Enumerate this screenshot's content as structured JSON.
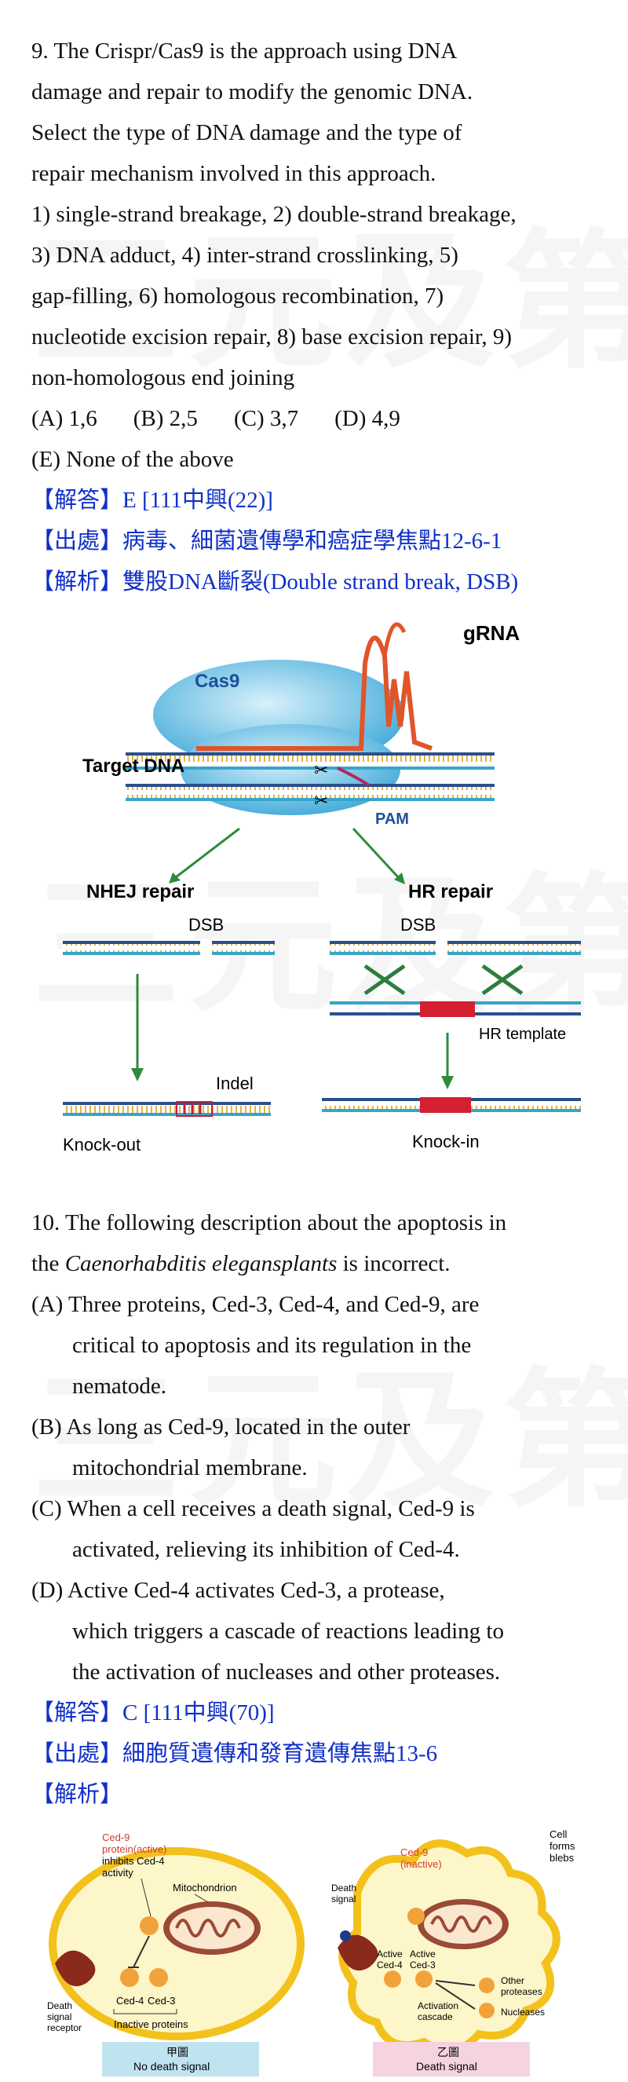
{
  "q9": {
    "lines": [
      "9.   The Crispr/Cas9 is the approach using DNA",
      "damage and repair to modify the genomic DNA.",
      "Select the type of DNA damage and the type of",
      "repair mechanism involved in this approach.",
      "1) single-strand breakage, 2) double-strand breakage,",
      "3) DNA adduct, 4) inter-strand crosslinking, 5)",
      "gap-filling, 6) homologous recombination, 7)",
      "nucleotide excision repair, 8) base excision repair, 9)",
      "non-homologous end joining"
    ],
    "options": [
      "(A) 1,6",
      "(B) 2,5",
      "(C) 3,7",
      "(D) 4,9"
    ],
    "option_e": "(E) None of the above",
    "answer": "【解答】E      [111中興(22)]",
    "source": "【出處】病毒、細菌遺傳學和癌症學焦點12-6-1",
    "analysis": "【解析】雙股DNA斷裂(Double strand break, DSB)",
    "figure": {
      "grna": "gRNA",
      "cas9": "Cas9",
      "target_dna": "Target DNA",
      "pam": "PAM",
      "nhej": "NHEJ repair",
      "hr": "HR repair",
      "dsb_left": "DSB",
      "dsb_right": "DSB",
      "hr_template": "HR template",
      "indel": "Indel",
      "knockout": "Knock-out",
      "knockin": "Knock-in"
    }
  },
  "q10": {
    "intro_1": "10. The following description about the apoptosis in",
    "intro_2_prefix": "the ",
    "intro_2_italic": "Caenorhabditis elegansplants",
    "intro_2_suffix": " is incorrect.",
    "options": [
      [
        "(A) Three proteins, Ced-3, Ced-4, and Ced-9, are",
        "critical to apoptosis and its regulation in the",
        "nematode."
      ],
      [
        "(B) As long as Ced-9, located in the outer",
        "mitochondrial membrane."
      ],
      [
        "(C) When a cell receives a death signal, Ced-9 is",
        "activated, relieving its inhibition of Ced-4."
      ],
      [
        "(D) Active Ced-4 activates Ced-3, a protease,",
        "which triggers a cascade of reactions leading to",
        "the activation of nucleases and other proteases."
      ]
    ],
    "answer": "【解答】C      [111中興(70)]",
    "source": "【出處】細胞質遺傳和發育遺傳焦點13-6",
    "analysis": "【解析】",
    "figure": {
      "ced9_active_1": "Ced-9",
      "ced9_active_2": "protein(active)",
      "ced9_active_3": "inhibits Ced-4",
      "ced9_active_4": "activity",
      "mitochondrion": "Mitochondrion",
      "death_receptor_1": "Death",
      "death_receptor_2": "signal",
      "death_receptor_3": "receptor",
      "ced4": "Ced-4",
      "ced3": "Ced-3",
      "inactive_proteins": "Inactive proteins",
      "panel_a_1": "甲圖",
      "panel_a_2": "No death signal",
      "ced9_inactive_1": "Ced-9",
      "ced9_inactive_2": "(inactive)",
      "cell_blebs_1": "Cell",
      "cell_blebs_2": "forms",
      "cell_blebs_3": "blebs",
      "death_signal_1": "Death",
      "death_signal_2": "signal",
      "active_ced4_1": "Active",
      "active_ced4_2": "Ced-4",
      "active_ced3_1": "Active",
      "active_ced3_2": "Ced-3",
      "other_proteases_1": "Other",
      "other_proteases_2": "proteases",
      "nucleases": "Nucleases",
      "activation_cascade_1": "Activation",
      "activation_cascade_2": "cascade",
      "panel_b_1": "乙圖",
      "panel_b_2": "Death signal"
    }
  }
}
